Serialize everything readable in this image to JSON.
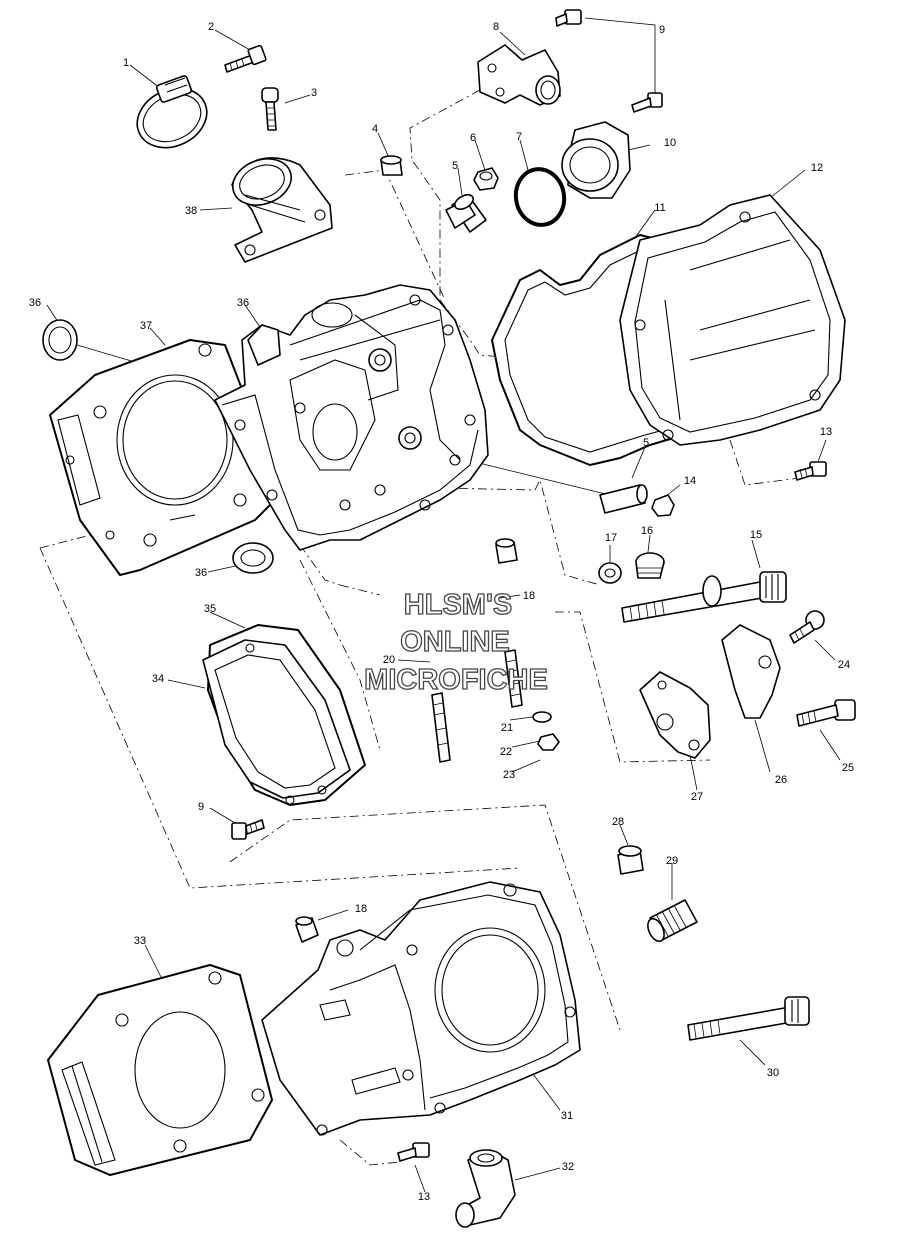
{
  "watermark": {
    "line1": "HLSM'S",
    "line2": "ONLINE",
    "line3": "MICROFICHE"
  },
  "callouts": [
    {
      "id": "c1",
      "label": "1"
    },
    {
      "id": "c2",
      "label": "2"
    },
    {
      "id": "c3",
      "label": "3"
    },
    {
      "id": "c4",
      "label": "4"
    },
    {
      "id": "c5a",
      "label": "5"
    },
    {
      "id": "c5b",
      "label": "5"
    },
    {
      "id": "c6",
      "label": "6"
    },
    {
      "id": "c7",
      "label": "7"
    },
    {
      "id": "c8",
      "label": "8"
    },
    {
      "id": "c9a",
      "label": "9"
    },
    {
      "id": "c9b",
      "label": "9"
    },
    {
      "id": "c10",
      "label": "10"
    },
    {
      "id": "c11",
      "label": "11"
    },
    {
      "id": "c12",
      "label": "12"
    },
    {
      "id": "c13a",
      "label": "13"
    },
    {
      "id": "c13b",
      "label": "13"
    },
    {
      "id": "c14",
      "label": "14"
    },
    {
      "id": "c15",
      "label": "15"
    },
    {
      "id": "c16",
      "label": "16"
    },
    {
      "id": "c17",
      "label": "17"
    },
    {
      "id": "c18a",
      "label": "18"
    },
    {
      "id": "c18b",
      "label": "18"
    },
    {
      "id": "c20",
      "label": "20"
    },
    {
      "id": "c21",
      "label": "21"
    },
    {
      "id": "c22",
      "label": "22"
    },
    {
      "id": "c23",
      "label": "23"
    },
    {
      "id": "c24",
      "label": "24"
    },
    {
      "id": "c25",
      "label": "25"
    },
    {
      "id": "c26",
      "label": "26"
    },
    {
      "id": "c27",
      "label": "27"
    },
    {
      "id": "c28",
      "label": "28"
    },
    {
      "id": "c29",
      "label": "29"
    },
    {
      "id": "c30",
      "label": "30"
    },
    {
      "id": "c31",
      "label": "31"
    },
    {
      "id": "c32",
      "label": "32"
    },
    {
      "id": "c33",
      "label": "33"
    },
    {
      "id": "c34",
      "label": "34"
    },
    {
      "id": "c35",
      "label": "35"
    },
    {
      "id": "c36a",
      "label": "36"
    },
    {
      "id": "c36b",
      "label": "36"
    },
    {
      "id": "c36c",
      "label": "36"
    },
    {
      "id": "c37",
      "label": "37"
    },
    {
      "id": "c38",
      "label": "38"
    }
  ]
}
